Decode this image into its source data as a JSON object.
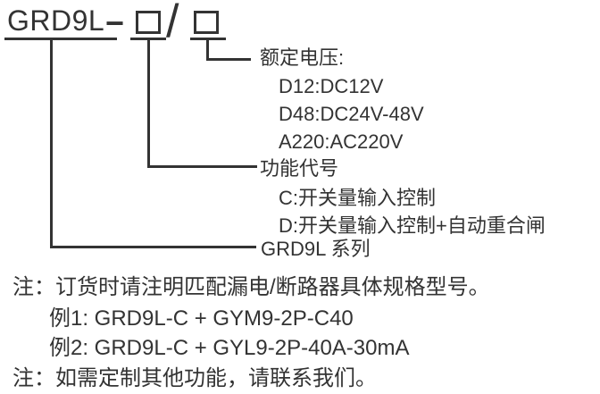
{
  "colors": {
    "text": "#333333",
    "line": "#333333",
    "background": "#ffffff"
  },
  "model_diagram": {
    "prefix": "GRD9L",
    "dash": "−",
    "slash": "/",
    "voltage": {
      "title": "额定电压:",
      "options": [
        "D12:DC12V",
        "D48:DC24V-48V",
        "A220:AC220V"
      ]
    },
    "function": {
      "title": "功能代号",
      "options": [
        "C:开关量输入控制",
        "D:开关量输入控制+自动重合闸"
      ]
    },
    "series_label": "GRD9L 系列"
  },
  "notes": {
    "note1": "注：订货时请注明匹配漏电/断路器具体规格型号。",
    "example1": "例1: GRD9L-C + GYM9-2P-C40",
    "example2": "例2: GRD9L-C + GYL9-2P-40A-30mA",
    "note2": "注：如需定制其他功能，请联系我们。"
  }
}
